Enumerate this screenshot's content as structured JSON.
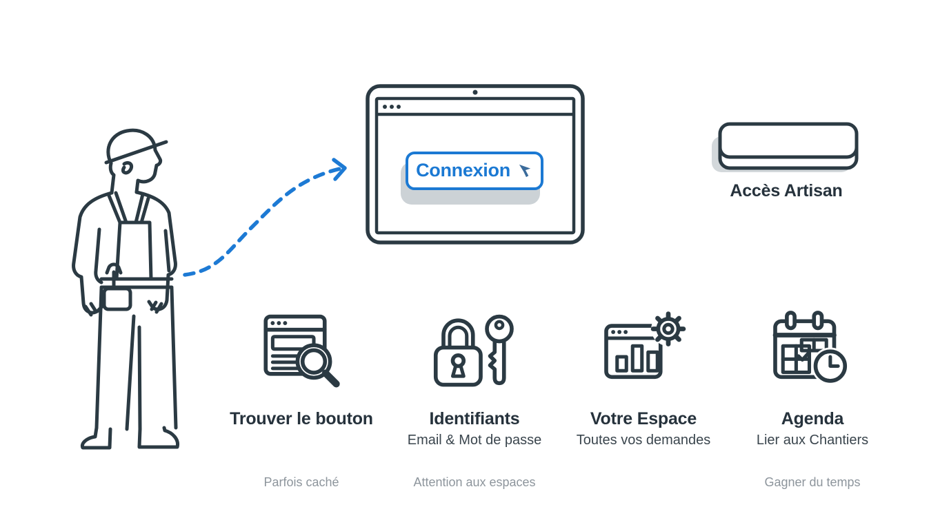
{
  "colors": {
    "ink": "#2b3a43",
    "heading": "#26323c",
    "subtitle": "#3a454d",
    "note_gray": "#8d959c",
    "accent_blue": "#1b79d3",
    "cursor_blue": "#3a6b9b",
    "shadow_gray": "#ccd2d6"
  },
  "tablet": {
    "connexion_label": "Connexion"
  },
  "access_button": {
    "label": "Accès Artisan"
  },
  "steps": [
    {
      "icon": "browser-search-icon",
      "title": "Trouver le bouton",
      "subtitle": "",
      "note": "Parfois caché"
    },
    {
      "icon": "lock-key-icon",
      "title": "Identifiants",
      "subtitle": "Email & Mot de passe",
      "note": "Attention aux espaces"
    },
    {
      "icon": "dashboard-gear-icon",
      "title": "Votre Espace",
      "subtitle": "Toutes vos demandes",
      "note": ""
    },
    {
      "icon": "calendar-clock-icon",
      "title": "Agenda",
      "subtitle": "Lier aux Chantiers",
      "note": "Gagner du temps"
    }
  ]
}
